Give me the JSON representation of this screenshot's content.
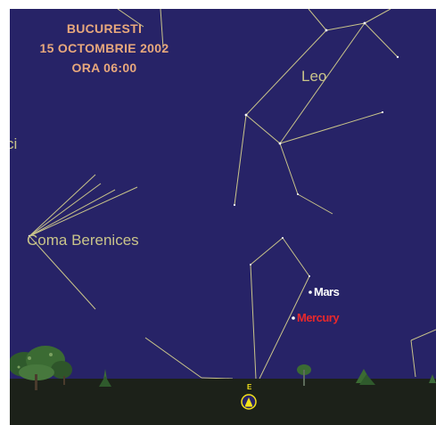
{
  "location": "BUCURESTI",
  "date": "15 OCTOMBRIE 2002",
  "time": "ORA 06:00",
  "constellations": {
    "leo": "Leo",
    "coma_berenices": "Coma Berenices",
    "partial_left": "ci"
  },
  "planets": {
    "mars": {
      "label": "Mars",
      "color": "#ffffff"
    },
    "mercury": {
      "label": "Mercury",
      "color": "#e8282c"
    }
  },
  "horizon": {
    "direction": "E"
  },
  "colors": {
    "sky": "#272367",
    "ground": "#1c2119",
    "constellation_lines": "#c9c48a",
    "caption": "#e8a87c",
    "marker": "#f4e21a"
  }
}
